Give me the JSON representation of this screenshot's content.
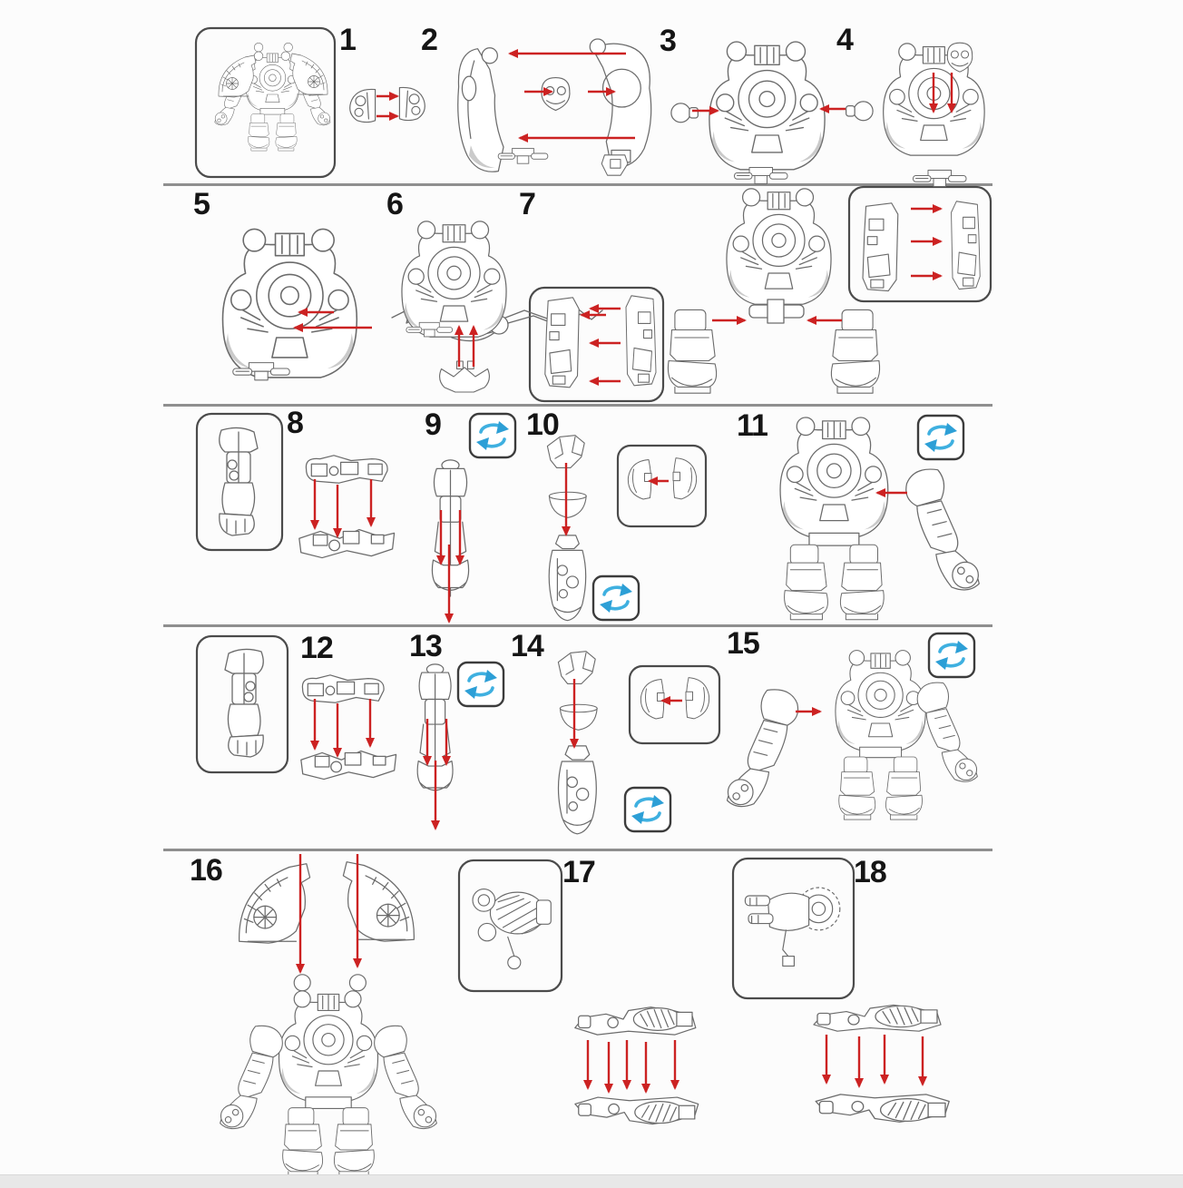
{
  "sheet": {
    "kind": "assembly-instruction-diagram",
    "rows": 5,
    "footer_bar": ""
  },
  "steps": [
    {
      "n": "1"
    },
    {
      "n": "2"
    },
    {
      "n": "3"
    },
    {
      "n": "4"
    },
    {
      "n": "5"
    },
    {
      "n": "6"
    },
    {
      "n": "7"
    },
    {
      "n": "8"
    },
    {
      "n": "9"
    },
    {
      "n": "10"
    },
    {
      "n": "11"
    },
    {
      "n": "12"
    },
    {
      "n": "13"
    },
    {
      "n": "14"
    },
    {
      "n": "15"
    },
    {
      "n": "16"
    },
    {
      "n": "17"
    },
    {
      "n": "18"
    }
  ],
  "icons": {
    "rotate-icon": "two blue curved arrows forming a cycle, in rounded square",
    "assembly-arrow-icon": "solid red arrow showing attach direction"
  },
  "colors": {
    "arrow_red": "#cc2222",
    "rotate_blue": "#3fb0e0",
    "rotate_blue_dark": "#2d9fd6",
    "line_art": "#6b6b6b",
    "divider": "#8f8f8f",
    "inset_box_border": "#4b4b4b",
    "step_number": "#151515",
    "page_bg": "#fcfcfc",
    "footer_bar_bg": "#e8e8e8"
  }
}
